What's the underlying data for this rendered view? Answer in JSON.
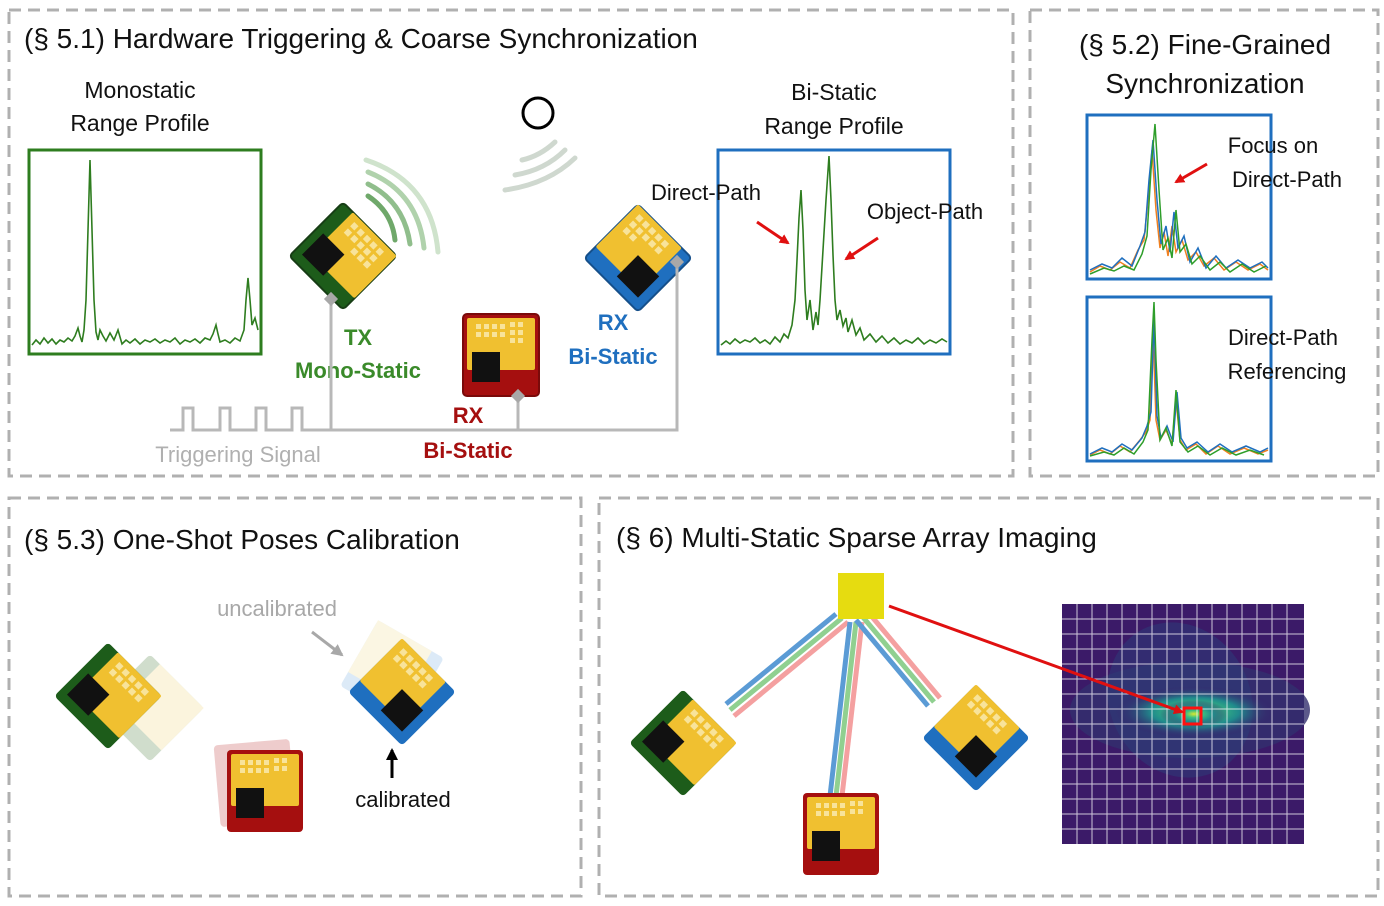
{
  "panels": {
    "p51": {
      "title": "(§ 5.1) Hardware Triggering & Coarse Synchronization"
    },
    "p52": {
      "title_line1": "(§ 5.2) Fine-Grained",
      "title_line2": "Synchronization"
    },
    "p53": {
      "title": "(§ 5.3) One-Shot Poses Calibration"
    },
    "p6": {
      "title": "(§ 6) Multi-Static Sparse Array Imaging"
    }
  },
  "labels": {
    "mono_profile_1": "Monostatic",
    "mono_profile_2": "Range Profile",
    "bi_profile_1": "Bi-Static",
    "bi_profile_2": "Range Profile",
    "direct_path": "Direct-Path",
    "object_path": "Object-Path",
    "tx": "TX",
    "tx_sub": "Mono-Static",
    "rx_blue": "RX",
    "rx_blue_sub": "Bi-Static",
    "rx_red": "RX",
    "rx_red_sub": "Bi-Static",
    "trigger": "Triggering Signal",
    "focus_1": "Focus on",
    "focus_2": "Direct-Path",
    "ref_1": "Direct-Path",
    "ref_2": "Referencing",
    "uncalibrated": "uncalibrated",
    "calibrated": "calibrated"
  },
  "colors": {
    "green": "#2e7d1f",
    "dark_green": "#1d5c1a",
    "blue": "#1f6fbf",
    "red": "#a50f0f",
    "chip_yellow": "#f0c030",
    "gray_border": "#b0b0b0",
    "trigger_gray": "#b8b8b8",
    "arrow_red": "#e01010",
    "target_yellow": "#e6dc10"
  }
}
